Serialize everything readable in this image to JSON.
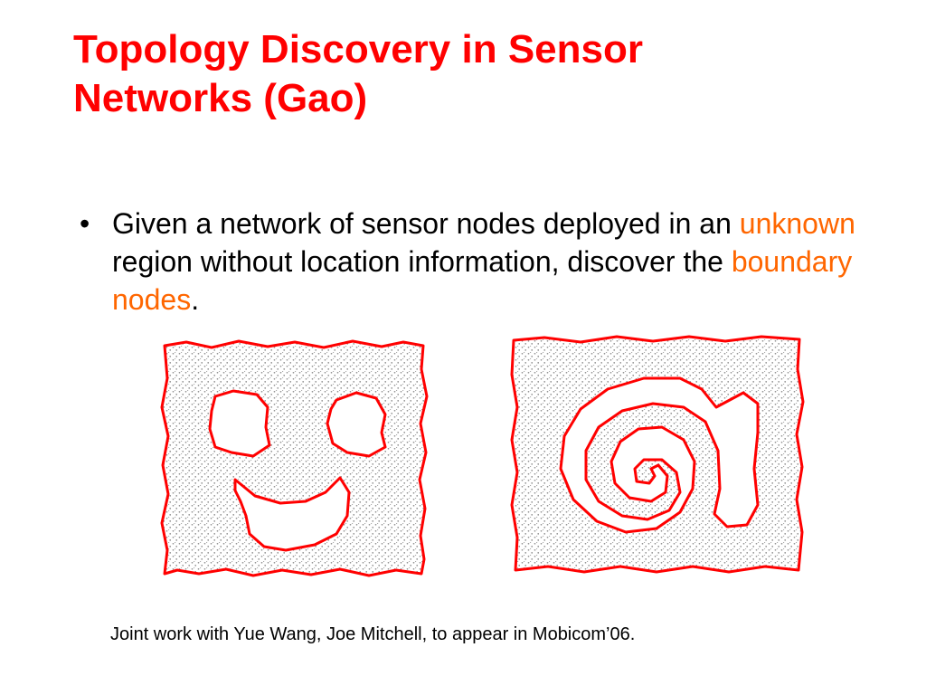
{
  "slide": {
    "title_line1": "Topology Discovery in Sensor",
    "title_line2": "Networks (Gao)",
    "bullet": {
      "marker": "•",
      "text_1": "Given a network of sensor nodes deployed in an ",
      "highlight_1": "unknown",
      "text_2": " region without location information, discover the ",
      "highlight_2": "boundary nodes",
      "text_3": "."
    },
    "caption": "Joint work with Yue Wang, Joe Mitchell, to appear in Mobicom’06."
  },
  "colors": {
    "title": "#ff0000",
    "highlight": "#ff6600",
    "boundary": "#ff0000",
    "sensor_dots": "#8a8a8a"
  }
}
